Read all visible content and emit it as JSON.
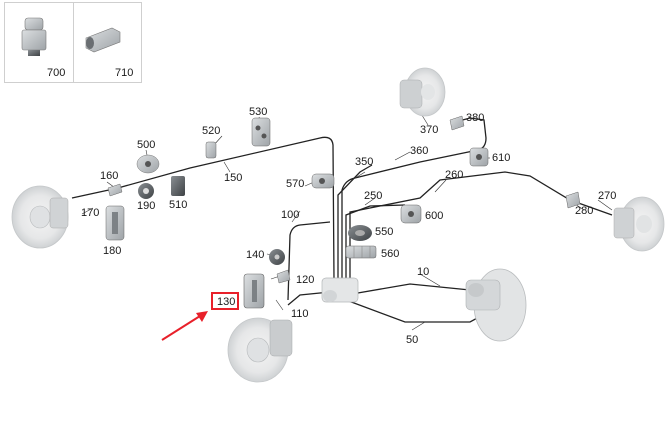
{
  "thumbnails": [
    {
      "number": "700",
      "icon": "bushing-icon"
    },
    {
      "number": "710",
      "icon": "hex-sleeve-icon"
    }
  ],
  "part_labels": {
    "p10": "10",
    "p50": "50",
    "p100": "100",
    "p110": "110",
    "p120": "120",
    "p130": "130",
    "p140": "140",
    "p150": "150",
    "p160": "160",
    "p170": "170",
    "p180": "180",
    "p190": "190",
    "p250": "250",
    "p260": "260",
    "p270": "270",
    "p280": "280",
    "p350": "350",
    "p360": "360",
    "p370": "370",
    "p380": "380",
    "p500": "500",
    "p510": "510",
    "p520": "520",
    "p530": "530",
    "p550": "550",
    "p560": "560",
    "p570": "570",
    "p600": "600",
    "p610": "610"
  },
  "highlighted_part": "130",
  "colors": {
    "highlight": "#e8202a",
    "line": "#222222",
    "part": "#bfc3c6"
  }
}
